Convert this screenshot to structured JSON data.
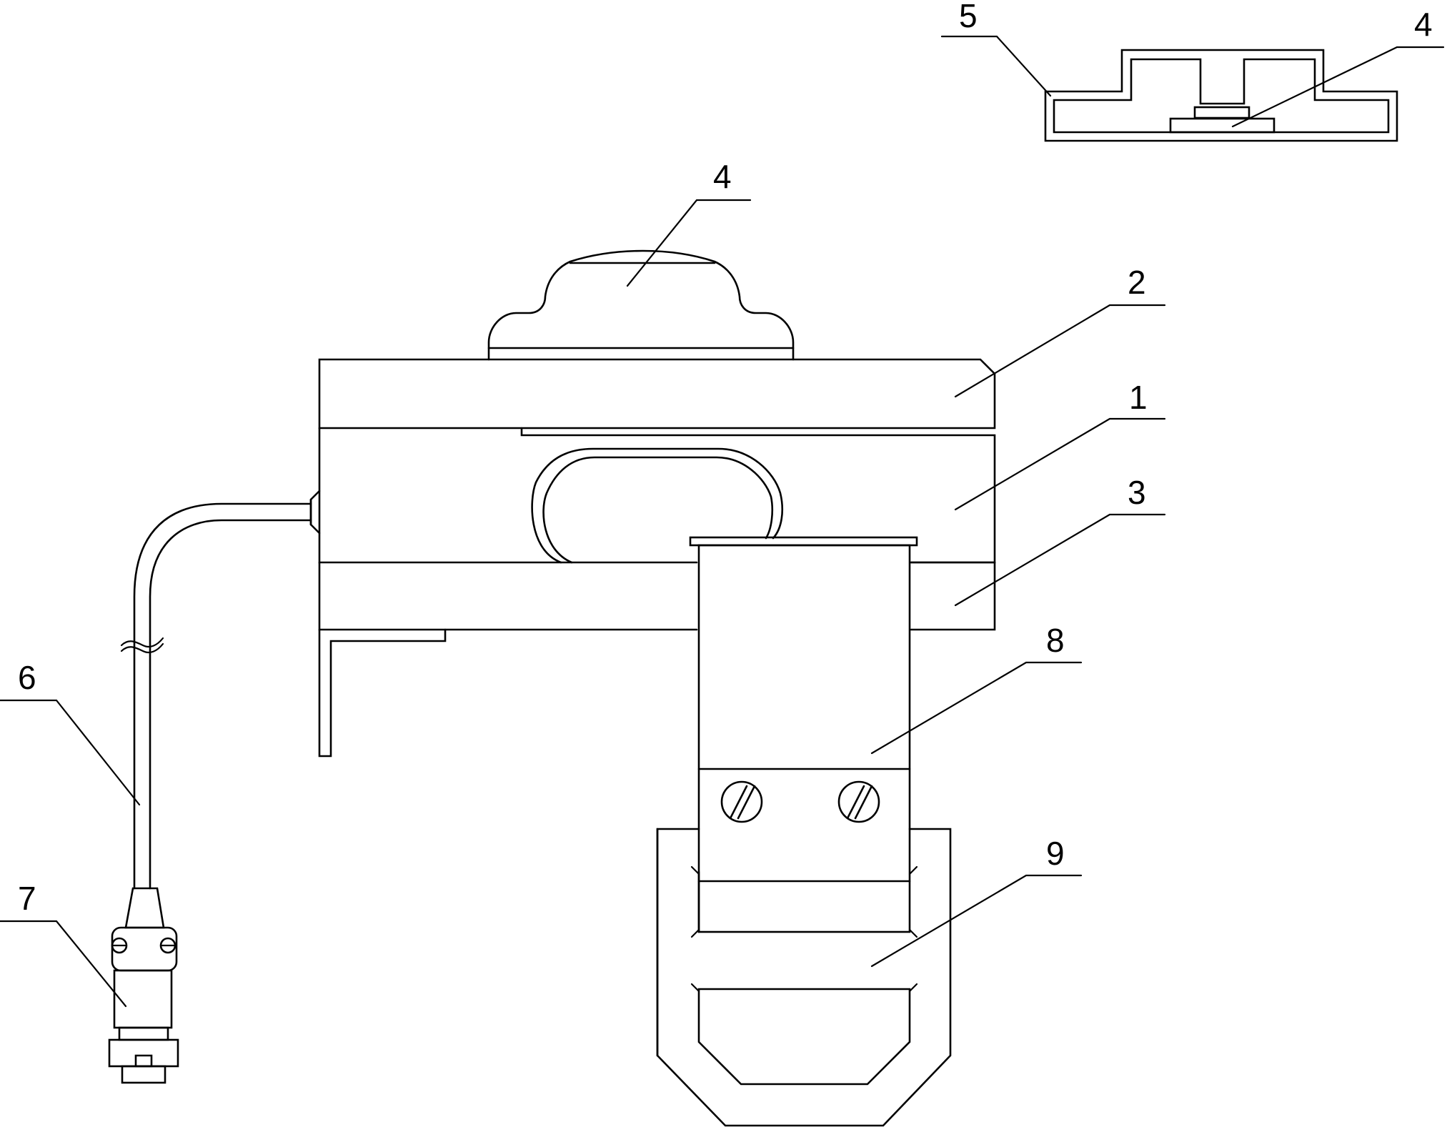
{
  "labels": {
    "inset_5": "5",
    "inset_4": "4",
    "top_4": "4",
    "l2": "2",
    "l1": "1",
    "l3": "3",
    "l8": "8",
    "l6": "6",
    "l7": "7",
    "l9": "9"
  }
}
